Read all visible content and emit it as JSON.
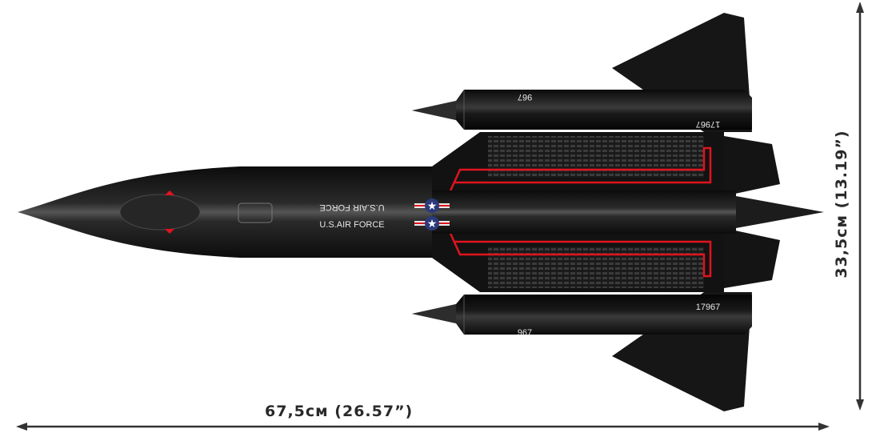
{
  "dimensions": {
    "length": "67,5см (26.57”)",
    "wingspan": "33,5см (13.19”)"
  },
  "markings": {
    "fuselage_text": "U.S.AIR FORCE",
    "nacelle_number": "967",
    "tail_number": "17967"
  },
  "colors": {
    "body": "#111111",
    "stripe": "#e0141e",
    "arrow": "#333333"
  }
}
